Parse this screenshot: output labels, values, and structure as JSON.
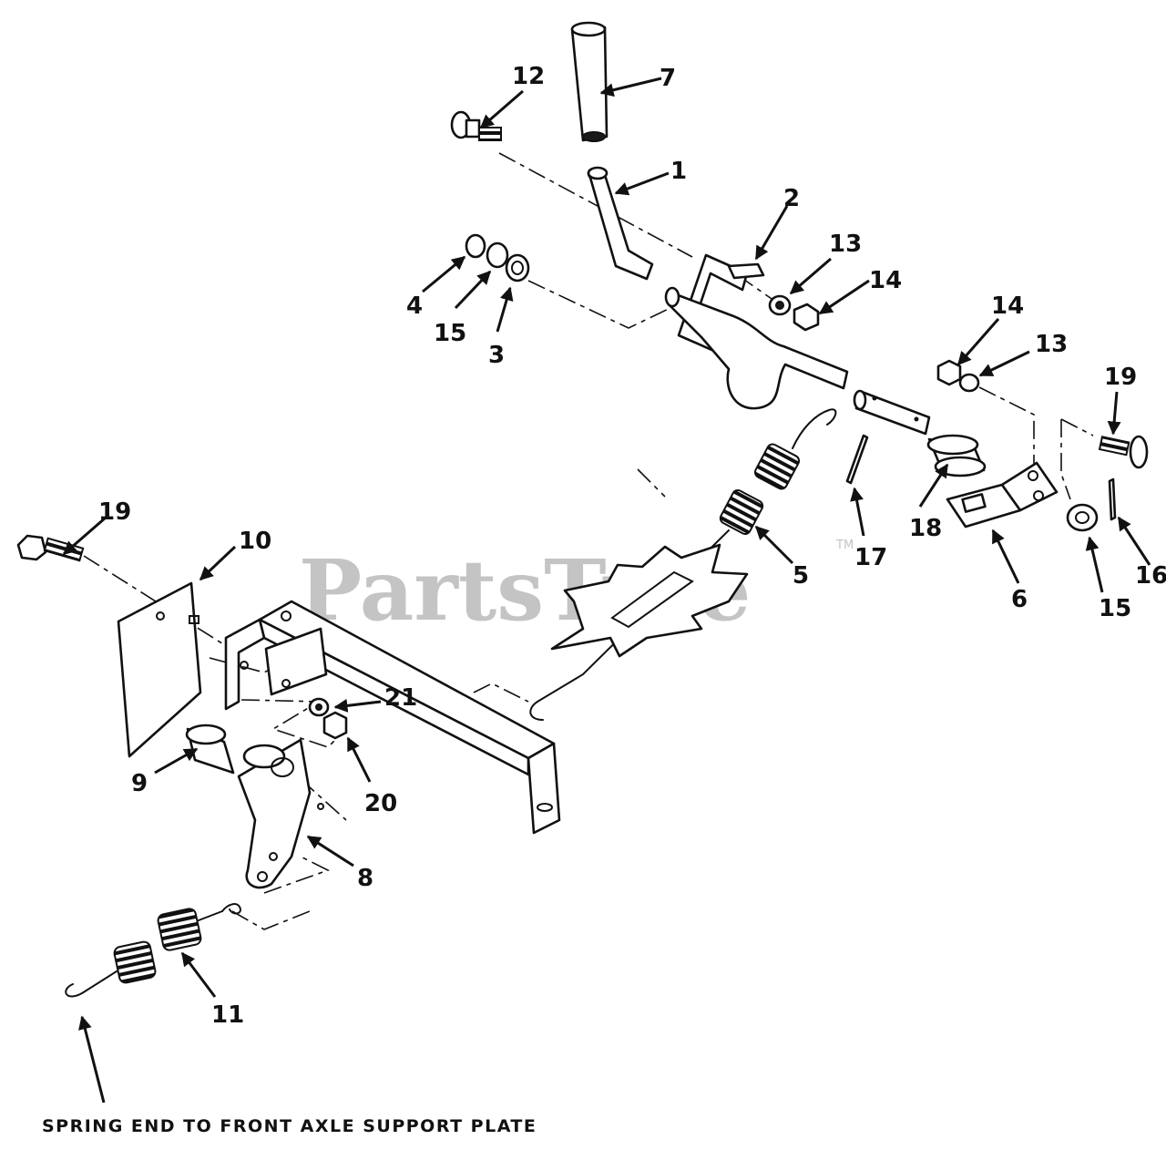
{
  "watermark": {
    "text": "PartsTree",
    "trademark": "TM"
  },
  "note": "SPRING END TO FRONT AXLE SUPPORT PLATE",
  "callouts": [
    {
      "id": "c1",
      "label": "1"
    },
    {
      "id": "c2",
      "label": "2"
    },
    {
      "id": "c3",
      "label": "3"
    },
    {
      "id": "c4",
      "label": "4"
    },
    {
      "id": "c5",
      "label": "5"
    },
    {
      "id": "c6",
      "label": "6"
    },
    {
      "id": "c7",
      "label": "7"
    },
    {
      "id": "c8",
      "label": "8"
    },
    {
      "id": "c9",
      "label": "9"
    },
    {
      "id": "c10",
      "label": "10"
    },
    {
      "id": "c11",
      "label": "11"
    },
    {
      "id": "c12",
      "label": "12"
    },
    {
      "id": "c13a",
      "label": "13"
    },
    {
      "id": "c13b",
      "label": "13"
    },
    {
      "id": "c14a",
      "label": "14"
    },
    {
      "id": "c14b",
      "label": "14"
    },
    {
      "id": "c15a",
      "label": "15"
    },
    {
      "id": "c15b",
      "label": "15"
    },
    {
      "id": "c16",
      "label": "16"
    },
    {
      "id": "c17",
      "label": "17"
    },
    {
      "id": "c18",
      "label": "18"
    },
    {
      "id": "c19a",
      "label": "19"
    },
    {
      "id": "c19b",
      "label": "19"
    },
    {
      "id": "c20",
      "label": "20"
    },
    {
      "id": "c21",
      "label": "21"
    }
  ]
}
